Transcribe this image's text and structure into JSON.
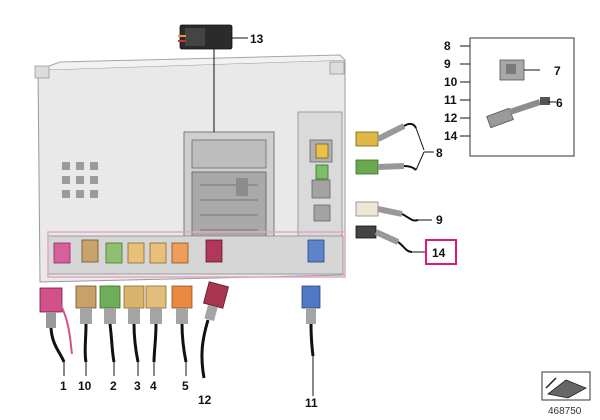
{
  "diagram": {
    "callouts": {
      "n1": "1",
      "n2": "2",
      "n3": "3",
      "n4": "4",
      "n5": "5",
      "n6": "6",
      "n7": "7",
      "n8": "8",
      "n9": "9",
      "n10": "10",
      "n11": "11",
      "n12": "12",
      "n13": "13",
      "n14": "14"
    },
    "legend": [
      "8",
      "9",
      "10",
      "11",
      "12",
      "14"
    ],
    "highlight_color": "#e0187a",
    "image_number": "468750"
  }
}
